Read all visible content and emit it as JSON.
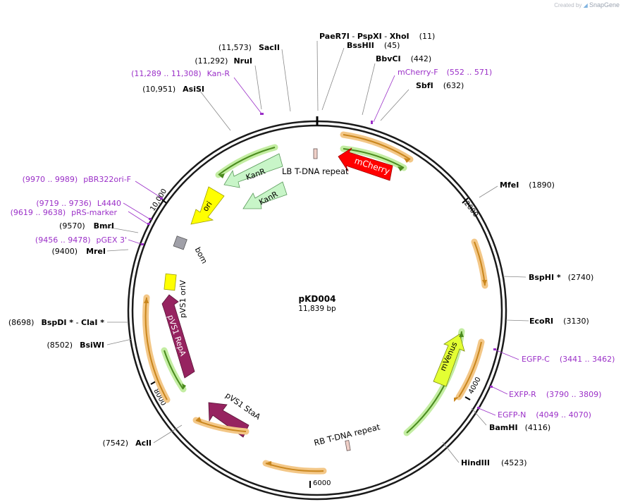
{
  "credit": {
    "prefix": "Created by",
    "brand": "SnapGene"
  },
  "plasmid": {
    "name": "pKD004",
    "length_text": "11,839 bp",
    "length": 11839
  },
  "ticks": [
    "2000",
    "4000",
    "6000",
    "8000",
    "10,000"
  ],
  "sites": [
    {
      "name": "PaeR7I",
      "sep1": " - ",
      "name2": "PspXI",
      "sep2": " - ",
      "name3": "XhoI",
      "pos": "(11)"
    },
    {
      "name": "BssHII",
      "pos": "(45)"
    },
    {
      "name": "BbvCI",
      "pos": "(442)"
    },
    {
      "name": "SbfI",
      "pos": "(632)"
    },
    {
      "name": "MfeI",
      "pos": "(1890)"
    },
    {
      "name": "BspHI *",
      "pos": "(2740)"
    },
    {
      "name": "EcoRI",
      "pos": "(3130)"
    },
    {
      "name": "BamHI",
      "pos": "(4116)"
    },
    {
      "name": "HindIII",
      "pos": "(4523)"
    },
    {
      "name": "AclI",
      "pos": "(7542)"
    },
    {
      "name": "BsiWI",
      "pos": "(8502)"
    },
    {
      "name": "BspDI *",
      "sep1": " - ",
      "name2": "ClaI *",
      "pos": "(8698)"
    },
    {
      "name": "MreI",
      "pos": "(9400)"
    },
    {
      "name": "BmrI",
      "pos": "(9570)"
    },
    {
      "name": "AsiSI",
      "pos": "(10,951)"
    },
    {
      "name": "NruI",
      "pos": "(11,292)"
    },
    {
      "name": "SacII",
      "pos": "(11,573)"
    }
  ],
  "primers": [
    {
      "name": "mCherry-F",
      "range": "(552 .. 571)"
    },
    {
      "name": "EGFP-C",
      "range": "(3441 .. 3462)"
    },
    {
      "name": "EXFP-R",
      "range": "(3790 .. 3809)"
    },
    {
      "name": "EGFP-N",
      "range": "(4049 .. 4070)"
    },
    {
      "name": "pGEX 3'",
      "range": "(9456 .. 9478)"
    },
    {
      "name": "pRS-marker",
      "range": "(9619 .. 9638)"
    },
    {
      "name": "L4440",
      "range": "(9719 .. 9736)"
    },
    {
      "name": "pBR322ori-F",
      "range": "(9970 .. 9989)"
    },
    {
      "name": "Kan-R",
      "range": "(11,289 .. 11,308)"
    }
  ],
  "features": [
    {
      "name": "LB T-DNA repeat"
    },
    {
      "name": "mCherry"
    },
    {
      "name": "KanR"
    },
    {
      "name": "KanR"
    },
    {
      "name": "ori"
    },
    {
      "name": "bom"
    },
    {
      "name": "pVS1 oriV"
    },
    {
      "name": "pVS1 RepA"
    },
    {
      "name": "pVS1 StaA"
    },
    {
      "name": "RB T-DNA repeat"
    },
    {
      "name": "mVenus"
    }
  ],
  "colors": {
    "backbone": "#1a1a1a",
    "orf_orange": "#f3c787",
    "orf_arrow": "#c9861d",
    "green_bar": "#c3eda2",
    "green_line": "#4a8b1d",
    "mcherry": "#ff0000",
    "kanr": "#c8f5c8",
    "ori": "#ffff00",
    "bom": "#a0a0a8",
    "repa": "#962360",
    "mvenus": "#e3ff33",
    "primer": "#9b30c8"
  }
}
